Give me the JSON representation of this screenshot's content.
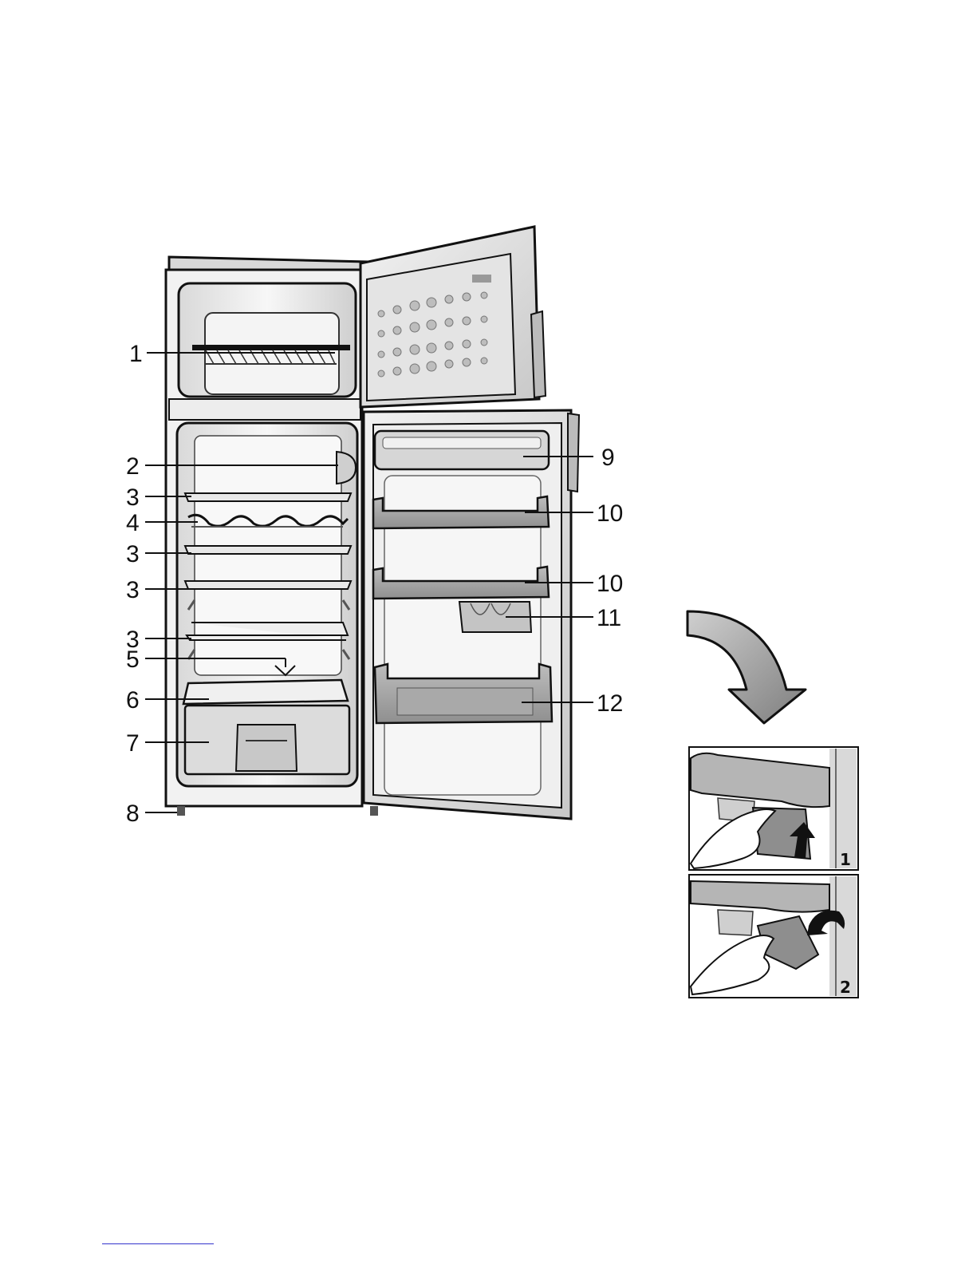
{
  "callouts_left": [
    "1",
    "2",
    "3",
    "4",
    "3",
    "3",
    "3",
    "5",
    "6",
    "7",
    "8"
  ],
  "callouts_right": [
    "9",
    "10",
    "10",
    "11",
    "12"
  ],
  "steps": [
    "1",
    "2"
  ],
  "colors": {
    "ink": "#111111",
    "panel": "#e6e6e6",
    "shadow": "#8a8a8a",
    "link": "#3333cc"
  }
}
